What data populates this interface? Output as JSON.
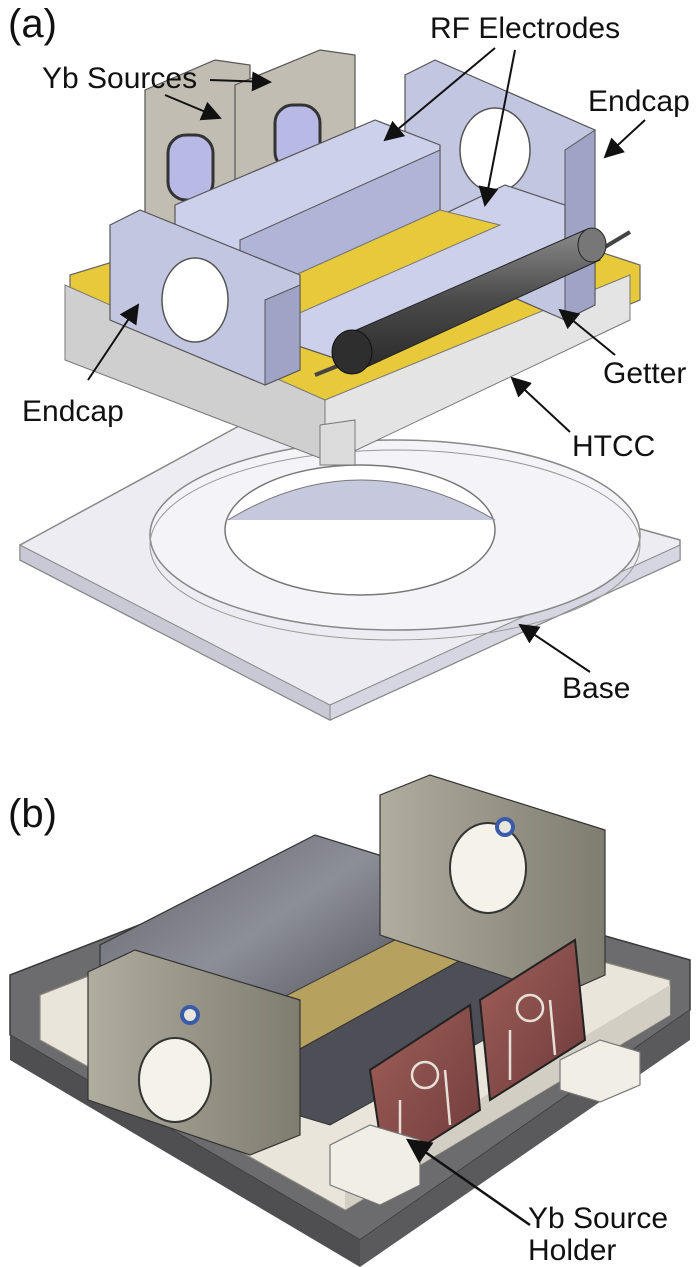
{
  "panels": [
    {
      "label": "(a)",
      "callouts": {
        "yb_sources": "Yb Sources",
        "rf_electrodes": "RF Electrodes",
        "endcap_right": "Endcap",
        "endcap_left": "Endcap",
        "getter": "Getter",
        "htcc": "HTCC",
        "base": "Base"
      }
    },
    {
      "label": "(b)",
      "callouts": {
        "yb_source_holder": "Yb Source Holder"
      }
    }
  ],
  "colors": {
    "ceramic": "#dcdce6",
    "electrode": "#c9cbe3",
    "endcap": "#b8bbd6",
    "gold": "#e8c93a",
    "getter": "#555555",
    "source_plate": "#b5b0a6",
    "metal_photo": "#8a8678",
    "ceramic_photo": "#e8e4da",
    "copper": "#8a4d4a"
  }
}
